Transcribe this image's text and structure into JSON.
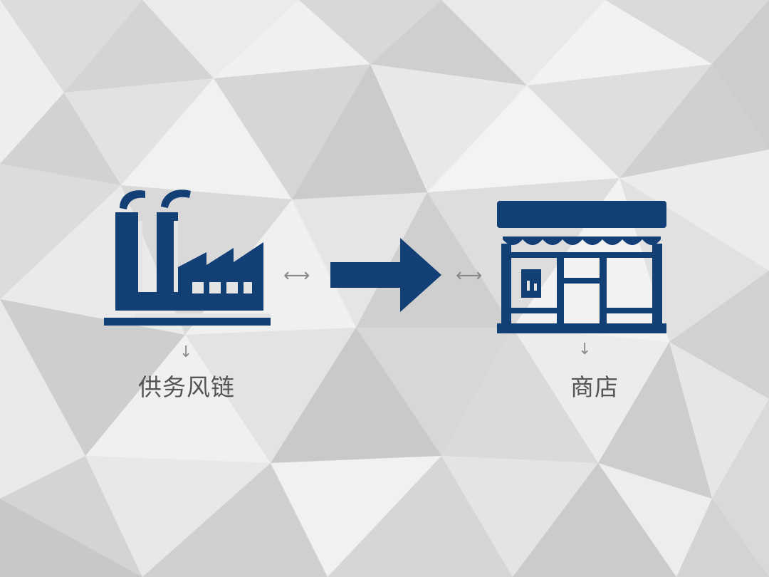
{
  "diagram": {
    "nodes": [
      {
        "id": "factory",
        "icon": "factory-icon",
        "label": "供务风链"
      },
      {
        "id": "store",
        "icon": "store-icon",
        "label": "商店"
      }
    ],
    "edges": [
      {
        "from": "factory",
        "to": "store",
        "style": "bold-arrow"
      }
    ],
    "glyphs": {
      "double_arrow": "⟷",
      "down_arrow": "↓"
    }
  },
  "colors": {
    "icon": "#123f76",
    "label": "#555555",
    "background": "#e6e6e6"
  }
}
